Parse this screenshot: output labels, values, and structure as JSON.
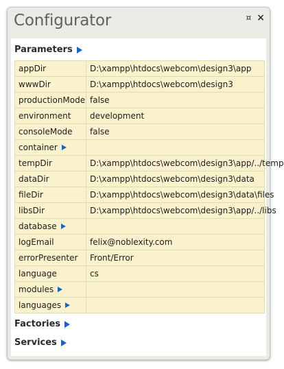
{
  "panel": {
    "title": "Configurator",
    "icons": [
      {
        "name": "pin-icon",
        "glyph": "¤"
      },
      {
        "name": "close-icon",
        "glyph": "×"
      }
    ]
  },
  "sections": {
    "parameters": "Parameters",
    "factories": "Factories",
    "services": "Services"
  },
  "parameters": [
    {
      "key": "appDir",
      "value": "D:\\xampp\\htdocs\\webcom\\design3\\app",
      "expandable": false
    },
    {
      "key": "wwwDir",
      "value": "D:\\xampp\\htdocs\\webcom\\design3",
      "expandable": false
    },
    {
      "key": "productionMode",
      "value": "false",
      "expandable": false
    },
    {
      "key": "environment",
      "value": "development",
      "expandable": false
    },
    {
      "key": "consoleMode",
      "value": "false",
      "expandable": false
    },
    {
      "key": "container",
      "value": "",
      "expandable": true
    },
    {
      "key": "tempDir",
      "value": "D:\\xampp\\htdocs\\webcom\\design3\\app/../temp",
      "expandable": false
    },
    {
      "key": "dataDir",
      "value": "D:\\xampp\\htdocs\\webcom\\design3\\data",
      "expandable": false
    },
    {
      "key": "fileDir",
      "value": "D:\\xampp\\htdocs\\webcom\\design3\\data\\files",
      "expandable": false
    },
    {
      "key": "libsDir",
      "value": "D:\\xampp\\htdocs\\webcom\\design3\\app/../libs",
      "expandable": false
    },
    {
      "key": "database",
      "value": "",
      "expandable": true
    },
    {
      "key": "logEmail",
      "value": "felix@noblexity.com",
      "expandable": false
    },
    {
      "key": "errorPresenter",
      "value": "Front/Error",
      "expandable": false
    },
    {
      "key": "language",
      "value": "cs",
      "expandable": false
    },
    {
      "key": "modules",
      "value": "",
      "expandable": true
    },
    {
      "key": "languages",
      "value": "",
      "expandable": true
    }
  ],
  "colors": {
    "arrow": "#1a63c4",
    "row_background": "#faf2cc",
    "row_border": "#e1d9b1",
    "panel_background": "#ebebe6"
  }
}
